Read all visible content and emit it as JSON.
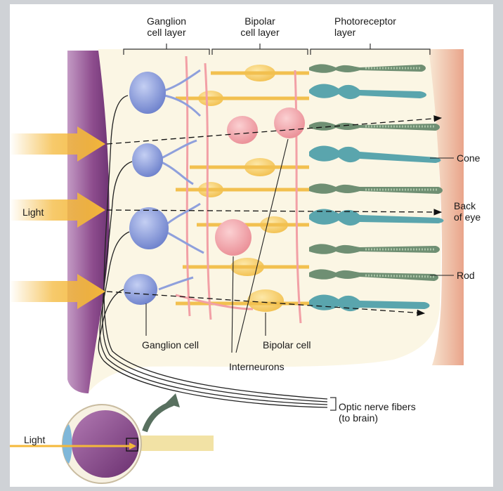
{
  "layers": {
    "ganglion": "Ganglion\ncell layer",
    "bipolar": "Bipolar\ncell layer",
    "photoreceptor": "Photoreceptor\nlayer"
  },
  "labels": {
    "light_main": "Light",
    "light_inset": "Light",
    "cone": "Cone",
    "back_of_eye": "Back\nof eye",
    "rod": "Rod",
    "ganglion_cell": "Ganglion cell",
    "bipolar_cell": "Bipolar cell",
    "interneurons": "Interneurons",
    "optic_nerve": "Optic nerve fibers\n(to brain)"
  },
  "colors": {
    "background_grey": "#cfd2d6",
    "panel_white": "#ffffff",
    "retina_cream": "#fbf6e4",
    "vitreous_purple": "#8e4d8e",
    "back_of_eye_salmon": "#e9a48a",
    "ganglion_blue": "#7f93d6",
    "bipolar_yellow": "#f6cf6a",
    "interneuron_pink": "#f2a0a6",
    "cone_teal": "#5aa5ad",
    "rod_green": "#6f8f73",
    "light_arrow": "#f4b83a"
  }
}
